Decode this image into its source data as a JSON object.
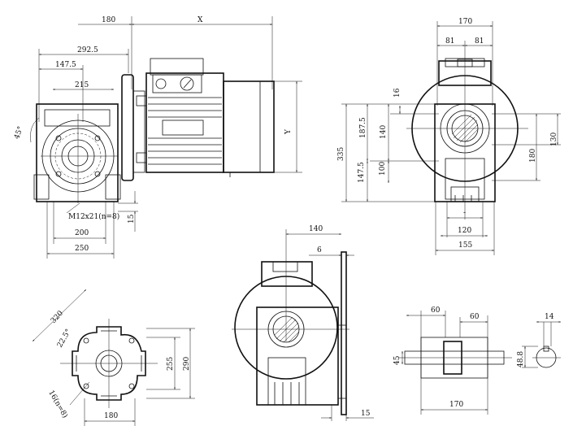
{
  "views": {
    "side": {
      "dims": {
        "d180": "180",
        "x": "X",
        "d292": "292.5",
        "d147": "147.5",
        "d215": "215",
        "angle": "45°",
        "y": "Y",
        "thread": "M12x21(n=8)",
        "d15": "15",
        "d200": "200",
        "d250": "250"
      }
    },
    "front": {
      "dims": {
        "d170": "170",
        "d81a": "81",
        "d81b": "81",
        "d16": "16",
        "d187": "187.5",
        "d140": "140",
        "d335": "335",
        "d147": "147.5",
        "d100": "100",
        "d180": "180",
        "d130": "130",
        "dash": "-",
        "d120": "120",
        "d155": "155"
      }
    },
    "flange": {
      "dims": {
        "d320": "320",
        "angle": "22.5°",
        "holes": "16(n=8)",
        "d255": "255",
        "d290": "290",
        "d180": "180"
      }
    },
    "bottom_front": {
      "dims": {
        "d140": "140",
        "d6": "6",
        "d15": "15"
      }
    },
    "shaft": {
      "dims": {
        "d60a": "60",
        "d60b": "60",
        "d45": "45",
        "d170": "170"
      }
    },
    "key": {
      "dims": {
        "d14": "14",
        "d488": "48.8"
      }
    }
  }
}
